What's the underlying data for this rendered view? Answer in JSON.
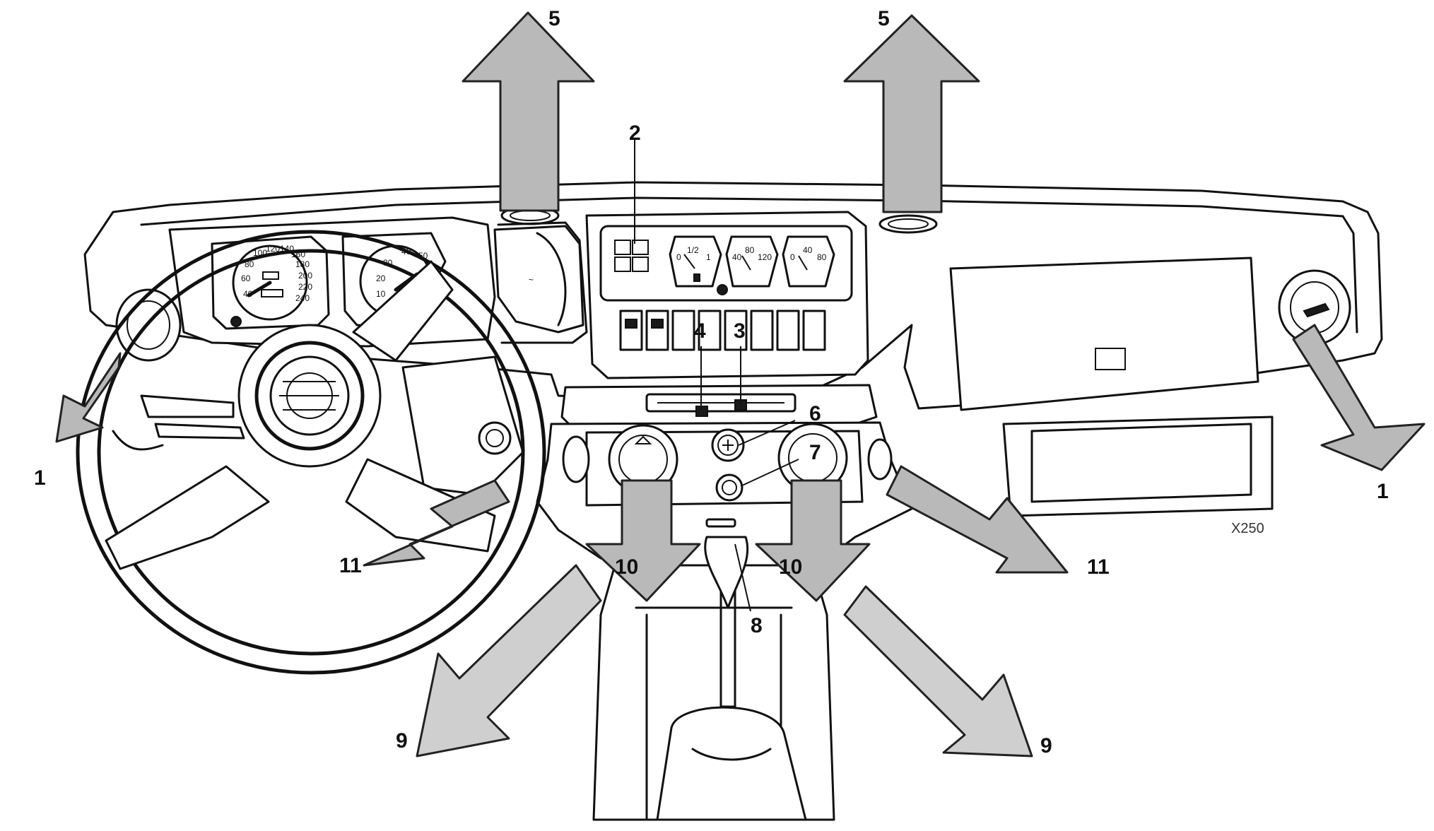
{
  "diagram": {
    "reference_code": "X250",
    "callouts": [
      {
        "id": "c1l",
        "label": "1"
      },
      {
        "id": "c1r",
        "label": "1"
      },
      {
        "id": "c2",
        "label": "2"
      },
      {
        "id": "c3",
        "label": "3"
      },
      {
        "id": "c4",
        "label": "4"
      },
      {
        "id": "c5l",
        "label": "5"
      },
      {
        "id": "c5r",
        "label": "5"
      },
      {
        "id": "c6",
        "label": "6"
      },
      {
        "id": "c7",
        "label": "7"
      },
      {
        "id": "c8",
        "label": "8"
      },
      {
        "id": "c9l",
        "label": "9"
      },
      {
        "id": "c9r",
        "label": "9"
      },
      {
        "id": "c10l",
        "label": "10"
      },
      {
        "id": "c10r",
        "label": "10"
      },
      {
        "id": "c11l",
        "label": "11"
      },
      {
        "id": "c11r",
        "label": "11"
      }
    ],
    "speedometer_ticks": [
      "40",
      "60",
      "80",
      "100",
      "120",
      "140",
      "160",
      "180",
      "200",
      "220",
      "240"
    ],
    "tachometer_ticks": [
      "10",
      "20",
      "30",
      "40",
      "50"
    ],
    "aux_gauges": [
      {
        "name": "fuel",
        "ticks": [
          "0",
          "1/2",
          "1"
        ]
      },
      {
        "name": "temperature",
        "ticks": [
          "40",
          "80",
          "120"
        ]
      },
      {
        "name": "oil-pressure",
        "ticks": [
          "0",
          "40",
          "80"
        ]
      }
    ]
  }
}
